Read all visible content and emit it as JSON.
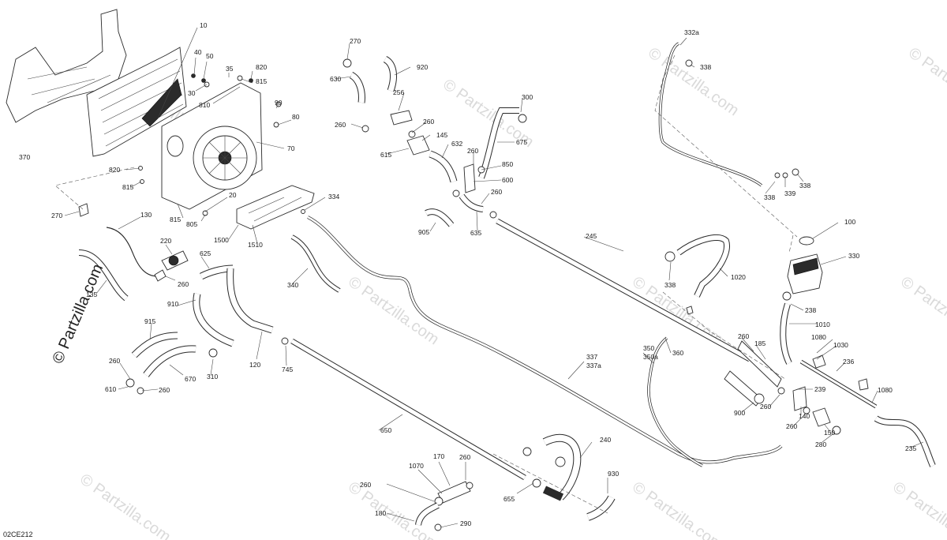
{
  "diagram": {
    "code": "02CE212",
    "watermark": "© Partzilla.com",
    "watermark_side": "© Partzilla.com",
    "labels": [
      "10",
      "40",
      "50",
      "35",
      "820",
      "815",
      "370",
      "810",
      "30",
      "90",
      "80",
      "70",
      "820",
      "815",
      "20",
      "815",
      "805",
      "270",
      "130",
      "220",
      "625",
      "135",
      "260",
      "910",
      "915",
      "260",
      "670",
      "310",
      "610",
      "260",
      "120",
      "745",
      "270",
      "920",
      "630",
      "256",
      "260",
      "260",
      "145",
      "615",
      "632",
      "260",
      "675",
      "300",
      "850",
      "600",
      "260",
      "635",
      "905",
      "334",
      "1500",
      "1510",
      "340",
      "245",
      "650",
      "337",
      "337a",
      "360",
      "350",
      "350a",
      "240",
      "170",
      "260",
      "1070",
      "260",
      "655",
      "930",
      "180",
      "290",
      "332a",
      "338",
      "338",
      "339",
      "338",
      "100",
      "330",
      "338",
      "1020",
      "238",
      "1010",
      "260",
      "185",
      "1080",
      "1030",
      "236",
      "239",
      "900",
      "260",
      "140",
      "260",
      "1080",
      "150",
      "280",
      "235"
    ]
  }
}
